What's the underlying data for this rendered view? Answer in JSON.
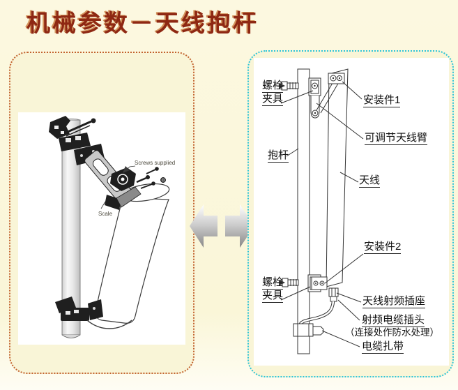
{
  "title": "机械参数－天线抱杆",
  "colors": {
    "page_bg": "#fbf7dc",
    "left_panel_border": "#c2622e",
    "right_panel_border": "#2ac4d8",
    "title_color": "#8e2813",
    "title_highlight": "#d3935c",
    "diagram_line_color": "#333333"
  },
  "left_panel": {
    "screws_label": "Screws supplied",
    "scale_label": "Scale"
  },
  "right_panel": {
    "labels": {
      "bolt_clamp_top_l1": "螺栓",
      "bolt_clamp_top_l2": "夹具",
      "mount_part_1": "安装件1",
      "adjustable_arm": "可调节天线臂",
      "pole": "抱杆",
      "antenna": "天线",
      "mount_part_2": "安装件2",
      "bolt_clamp_bottom_l1": "螺栓",
      "bolt_clamp_bottom_l2": "夹具",
      "antenna_rf_socket": "天线射频插座",
      "rf_cable_plug": "射频电缆插头",
      "rf_cable_plug_note": "（连接处作防水处理）",
      "cable_tie": "电缆扎带"
    }
  }
}
